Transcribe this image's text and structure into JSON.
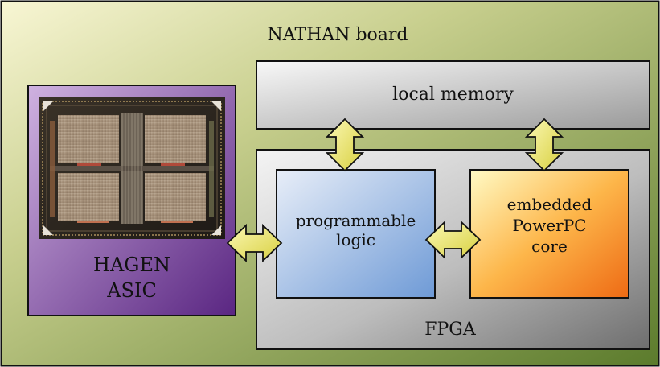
{
  "board": {
    "label": "NATHAN board"
  },
  "memory": {
    "label": "local memory"
  },
  "fpga": {
    "label": "FPGA"
  },
  "logic": {
    "line1": "programmable",
    "line2": "logic"
  },
  "powerpc": {
    "line1": "embedded",
    "line2": "PowerPC",
    "line3": "core"
  },
  "asic": {
    "line1": "HAGEN",
    "line2": "ASIC"
  },
  "colors": {
    "board_top": "#f8f6d2",
    "board_bottom": "#5a7a2c",
    "asic_top": "#c09ed4",
    "asic_bottom": "#5e2a86",
    "logic_top": "#dce6f4",
    "logic_bottom": "#7aa2d8",
    "ppc_top": "#fff4b0",
    "ppc_bottom": "#f07820",
    "arrow_fill": "#f2ee80",
    "gray_top": "#f2f2f2",
    "gray_bottom": "#707070"
  }
}
